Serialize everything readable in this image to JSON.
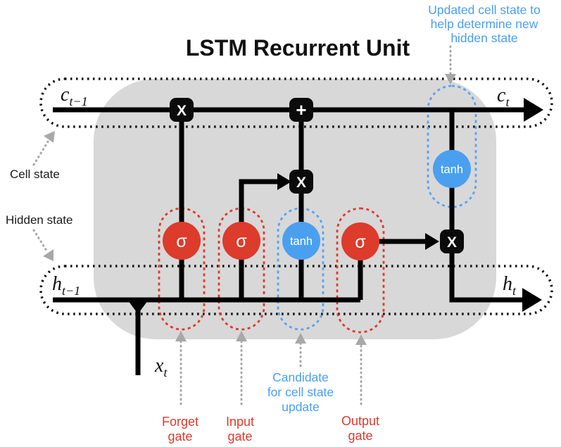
{
  "title": "LSTM Recurrent Unit",
  "colors": {
    "body_gray": "#d8d8d8",
    "line_black": "#000000",
    "gate_red": "#e0392b",
    "circle_red": "#dd3b2b",
    "circle_blue": "#4aa0ef",
    "annotation_blue": "#4a9ff0",
    "guide_arrow_gray": "#a8a8a8"
  },
  "states": {
    "cell_prev": {
      "base": "c",
      "sub": "t−1"
    },
    "cell_next": {
      "base": "c",
      "sub": "t"
    },
    "hidden_prev": {
      "base": "h",
      "sub": "t−1"
    },
    "hidden_next": {
      "base": "h",
      "sub": "t"
    },
    "input": {
      "base": "x",
      "sub": "t"
    }
  },
  "operators": {
    "forget_multiply": "X",
    "cell_add": "+",
    "candidate_multiply": "X",
    "output_multiply": "X"
  },
  "activations": {
    "forget_sigma": "σ",
    "input_sigma": "σ",
    "candidate_tanh": "tanh",
    "output_sigma": "σ",
    "cell_tanh": "tanh"
  },
  "annotations": {
    "cell_state": "Cell state",
    "hidden_state": "Hidden state",
    "updated_cell": {
      "line1": "Updated cell state to",
      "line2": "help determine new",
      "line3": "hidden state"
    },
    "candidate": {
      "line1": "Candidate",
      "line2": "for cell state",
      "line3": "update"
    },
    "forget_gate": {
      "line1": "Forget",
      "line2": "gate"
    },
    "input_gate": {
      "line1": "Input",
      "line2": "gate"
    },
    "output_gate": {
      "line1": "Output",
      "line2": "gate"
    }
  }
}
